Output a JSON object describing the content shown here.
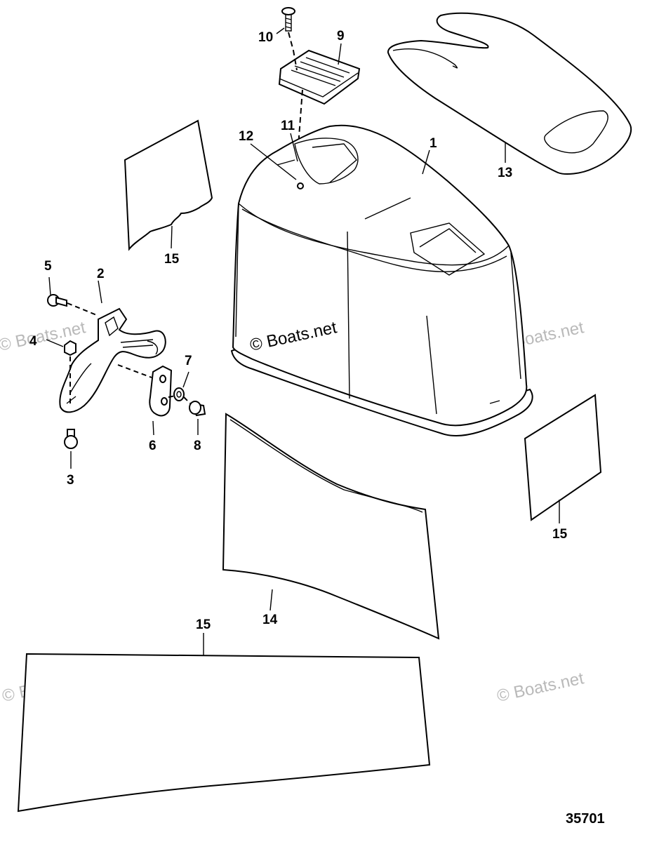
{
  "callouts": {
    "c1": "1",
    "c2": "2",
    "c3": "3",
    "c4": "4",
    "c5": "5",
    "c6": "6",
    "c7": "7",
    "c8": "8",
    "c9": "9",
    "c10": "10",
    "c11": "11",
    "c12": "12",
    "c13": "13",
    "c14": "14",
    "c15a": "15",
    "c15b": "15",
    "c15c": "15"
  },
  "watermarks": {
    "main": "© Boats.net",
    "faint": "© Boats.net"
  },
  "figure_number": "35701"
}
